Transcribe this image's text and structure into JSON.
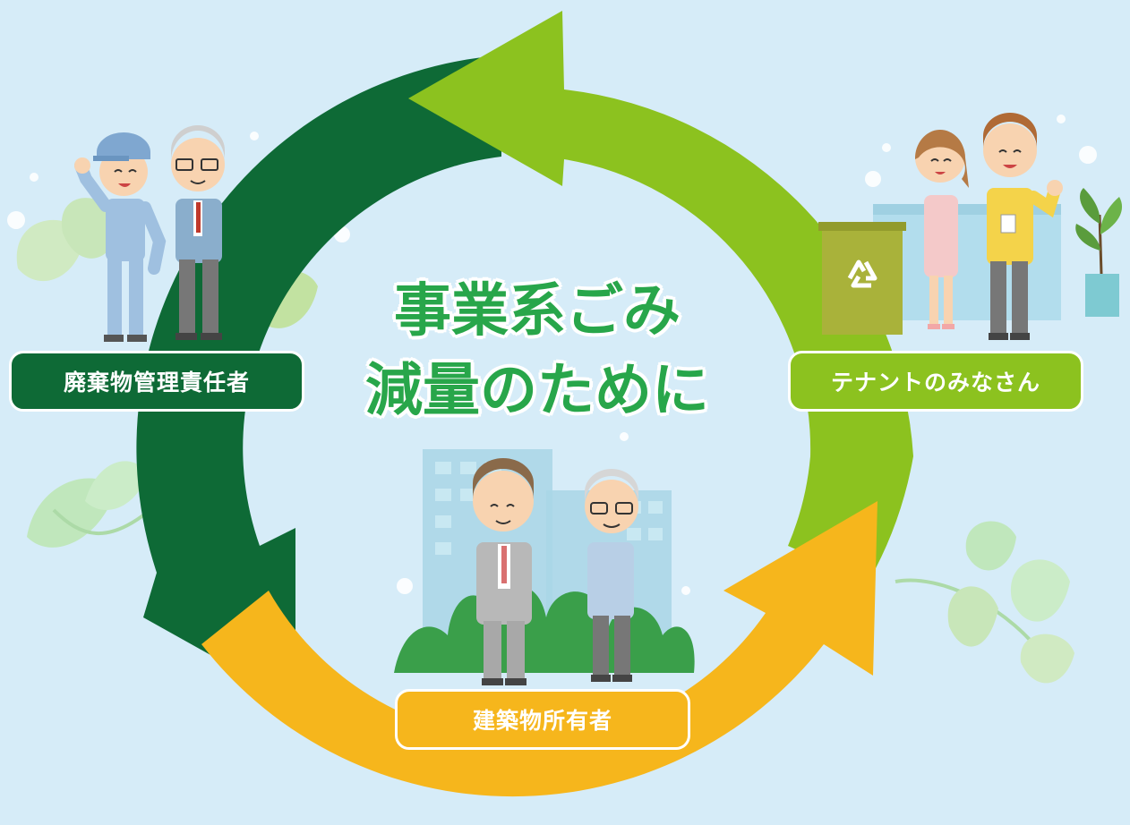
{
  "title": {
    "line1": "事業系ごみ",
    "line2": "減量のために"
  },
  "labels": {
    "manager": "廃棄物管理責任者",
    "tenant": "テナントのみなさん",
    "owner": "建築物所有者"
  },
  "icons": {
    "recycle": "recycle-icon"
  },
  "colors": {
    "background": "#d6ecf8",
    "arrow_dark_green": "#0e6a36",
    "arrow_light_green": "#8cc21f",
    "arrow_yellow": "#f6b61c",
    "title_green": "#28a64a"
  }
}
